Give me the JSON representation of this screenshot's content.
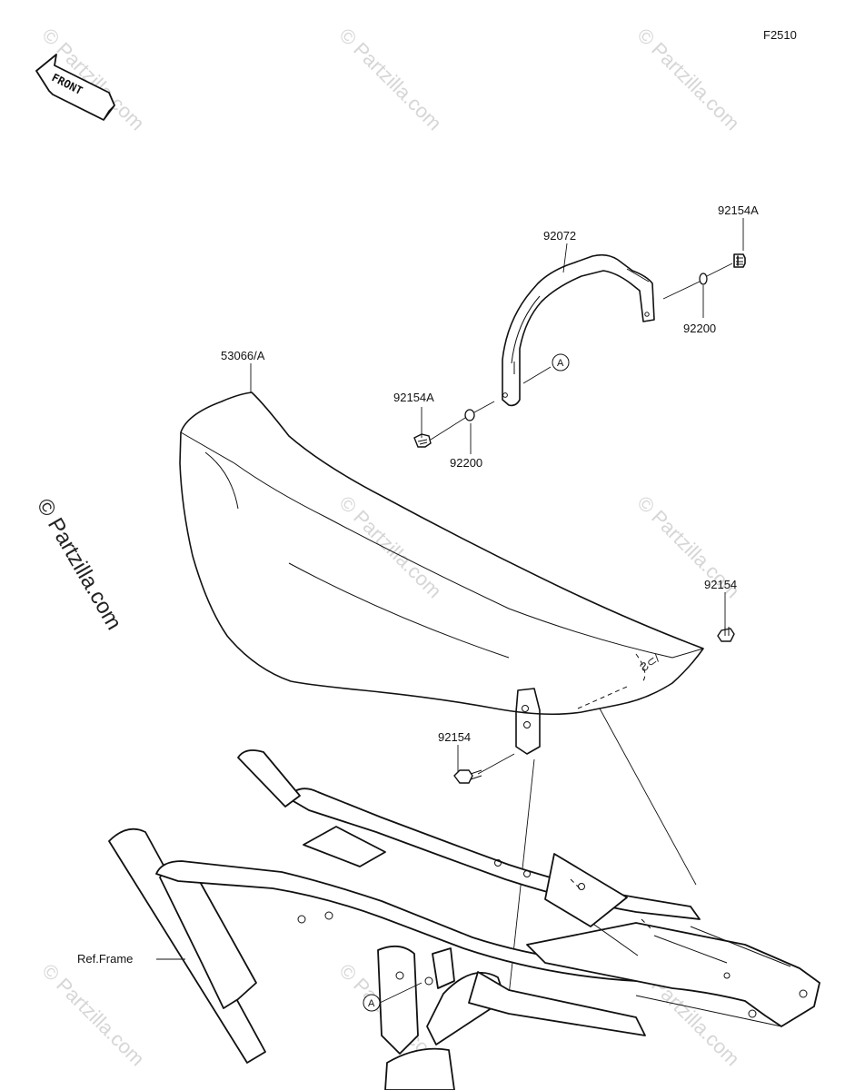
{
  "diagram_code": "F2510",
  "front_arrow_label": "FRONT",
  "watermark": "© Partzilla.com",
  "parts": {
    "seat": "53066/A",
    "grab_bar": "92072",
    "bolt_a_right": "92154A",
    "bolt_a_left": "92154A",
    "washer_right": "92200",
    "washer_left": "92200",
    "bolt_rear": "92154",
    "bolt_lower": "92154"
  },
  "reference_marker": "A",
  "ref_frame_label": "Ref.Frame"
}
